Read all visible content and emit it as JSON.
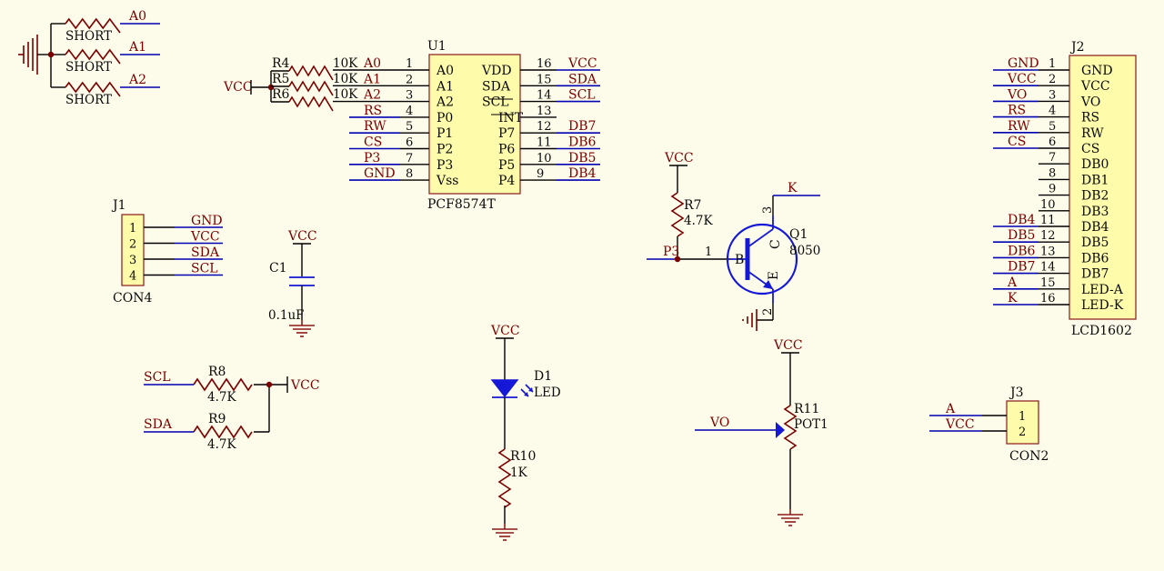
{
  "colors": {
    "background": "#fdfbe9",
    "wire": "#0000b4",
    "net_label": "#7a0000",
    "component_body": "#fefcab",
    "component_border": "#8b1a1a",
    "symbol": "#1518d6"
  },
  "jumpers": [
    {
      "value": "SHORT",
      "net": "A0"
    },
    {
      "value": "SHORT",
      "net": "A1"
    },
    {
      "value": "SHORT",
      "net": "A2"
    }
  ],
  "pullups": {
    "power": "VCC",
    "items": [
      {
        "ref": "R4",
        "value": "10K"
      },
      {
        "ref": "R5",
        "value": "10K"
      },
      {
        "ref": "R6",
        "value": "10K"
      }
    ]
  },
  "u1": {
    "ref": "U1",
    "part": "PCF8574T",
    "left_pins": [
      {
        "num": "1",
        "name": "A0",
        "net": "A0"
      },
      {
        "num": "2",
        "name": "A1",
        "net": "A1"
      },
      {
        "num": "3",
        "name": "A2",
        "net": "A2"
      },
      {
        "num": "4",
        "name": "P0",
        "net": "RS"
      },
      {
        "num": "5",
        "name": "P1",
        "net": "RW"
      },
      {
        "num": "6",
        "name": "P2",
        "net": "CS"
      },
      {
        "num": "7",
        "name": "P3",
        "net": "P3"
      },
      {
        "num": "8",
        "name": "Vss",
        "net": "GND"
      }
    ],
    "right_pins": [
      {
        "num": "16",
        "name": "VDD",
        "net": "VCC"
      },
      {
        "num": "15",
        "name": "SDA",
        "net": "SDA"
      },
      {
        "num": "14",
        "name": "SCL",
        "net": "SCL"
      },
      {
        "num": "13",
        "name": "INT",
        "net": ""
      },
      {
        "num": "12",
        "name": "P7",
        "net": "DB7"
      },
      {
        "num": "11",
        "name": "P6",
        "net": "DB6"
      },
      {
        "num": "10",
        "name": "P5",
        "net": "DB5"
      },
      {
        "num": "9",
        "name": "P4",
        "net": "DB4"
      }
    ]
  },
  "j1": {
    "ref": "J1",
    "part": "CON4",
    "pins": [
      {
        "num": "1",
        "net": "GND"
      },
      {
        "num": "2",
        "net": "VCC"
      },
      {
        "num": "3",
        "net": "SDA"
      },
      {
        "num": "4",
        "net": "SCL"
      }
    ]
  },
  "c1": {
    "ref": "C1",
    "value": "0.1uF",
    "net": "VCC"
  },
  "i2c_pullups": {
    "power": "VCC",
    "items": [
      {
        "ref": "R8",
        "value": "4.7K",
        "net": "SCL"
      },
      {
        "ref": "R9",
        "value": "4.7K",
        "net": "SDA"
      }
    ]
  },
  "d1": {
    "ref": "D1",
    "value": "LED",
    "net": "VCC"
  },
  "r10": {
    "ref": "R10",
    "value": "1K"
  },
  "r7": {
    "ref": "R7",
    "value": "4.7K",
    "net": "VCC",
    "base_net": "P3",
    "base_pin": "1"
  },
  "q1": {
    "ref": "Q1",
    "part": "8050",
    "collector_net": "K",
    "pin_c": "3",
    "pin_e": "2",
    "b": "B",
    "c": "C",
    "e": "E"
  },
  "r11": {
    "ref": "R11",
    "value": "POT1",
    "net_top": "VCC",
    "net_wiper": "VO"
  },
  "j3": {
    "ref": "J3",
    "part": "CON2",
    "pins": [
      {
        "num": "1",
        "net": "A"
      },
      {
        "num": "2",
        "net": "VCC"
      }
    ]
  },
  "j2": {
    "ref": "J2",
    "part": "LCD1602",
    "pins": [
      {
        "num": "1",
        "name": "GND",
        "net": "GND"
      },
      {
        "num": "2",
        "name": "VCC",
        "net": "VCC"
      },
      {
        "num": "3",
        "name": "VO",
        "net": "VO"
      },
      {
        "num": "4",
        "name": "RS",
        "net": "RS"
      },
      {
        "num": "5",
        "name": "RW",
        "net": "RW"
      },
      {
        "num": "6",
        "name": "CS",
        "net": "CS"
      },
      {
        "num": "7",
        "name": "DB0",
        "net": ""
      },
      {
        "num": "8",
        "name": "DB1",
        "net": ""
      },
      {
        "num": "9",
        "name": "DB2",
        "net": ""
      },
      {
        "num": "10",
        "name": "DB3",
        "net": ""
      },
      {
        "num": "11",
        "name": "DB4",
        "net": "DB4"
      },
      {
        "num": "12",
        "name": "DB5",
        "net": "DB5"
      },
      {
        "num": "13",
        "name": "DB6",
        "net": "DB6"
      },
      {
        "num": "14",
        "name": "DB7",
        "net": "DB7"
      },
      {
        "num": "15",
        "name": "LED-A",
        "net": "A"
      },
      {
        "num": "16",
        "name": "LED-K",
        "net": "K"
      }
    ]
  }
}
